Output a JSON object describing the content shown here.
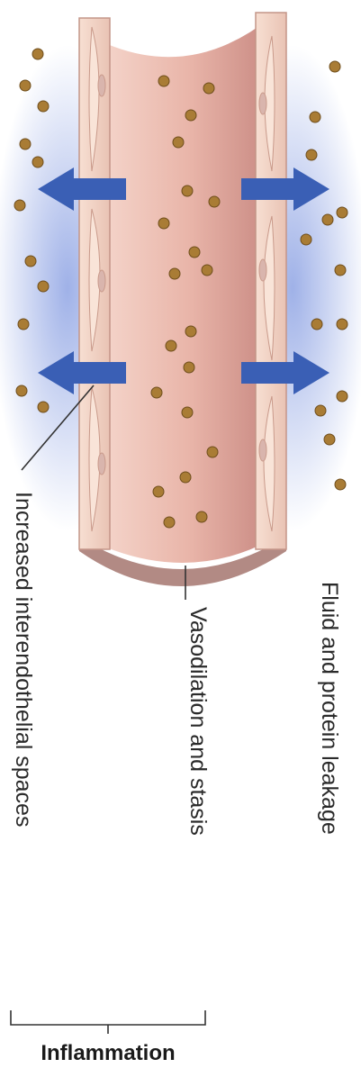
{
  "labels": {
    "interendothelial": "Increased interendothelial spaces",
    "vasodilation": "Vasodilation and stasis",
    "leakage": "Fluid and protein leakage",
    "inflammation": "Inflammation"
  },
  "colors": {
    "vessel_lumen": "#e9b7ad",
    "vessel_wall": "#f2d6c8",
    "wall_base": "#b28a84",
    "arrow": "#3a5fb5",
    "particle": "#a97c35",
    "edema_glow": "#9aaee6"
  }
}
